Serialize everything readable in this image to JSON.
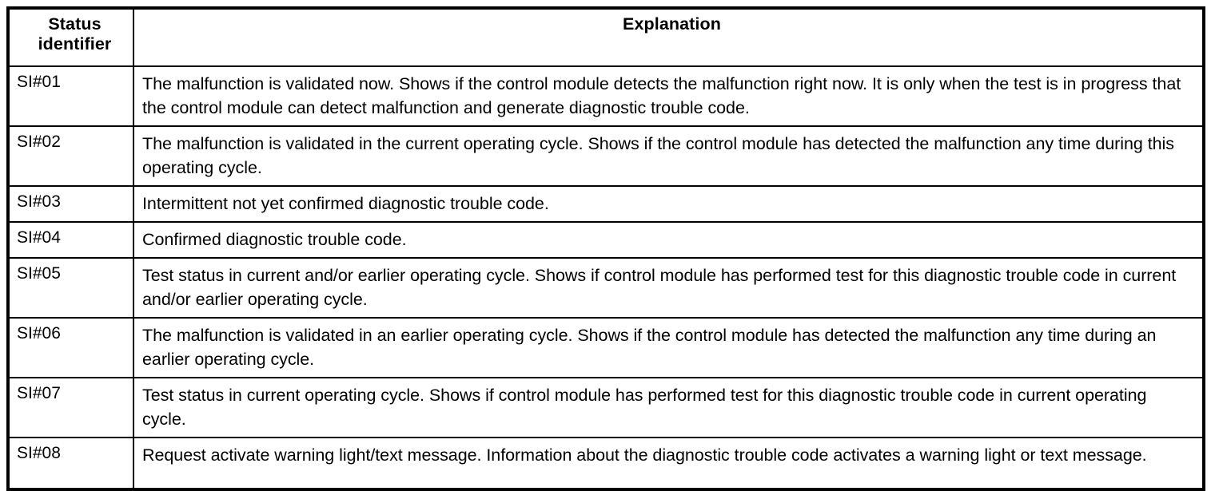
{
  "table": {
    "columns": [
      {
        "key": "identifier",
        "label": "Status\nidentifier"
      },
      {
        "key": "explanation",
        "label": "Explanation"
      }
    ],
    "rows": [
      {
        "identifier": "SI#01",
        "explanation": "The malfunction is validated now. Shows if the control module detects the malfunction right now. It is only when the test is in progress that the control module can detect malfunction and generate diagnostic trouble code."
      },
      {
        "identifier": "SI#02",
        "explanation": "The malfunction is validated in the current operating cycle. Shows if the control module has detected the malfunction any time during this operating cycle."
      },
      {
        "identifier": "SI#03",
        "explanation": "Intermittent not yet confirmed diagnostic trouble code."
      },
      {
        "identifier": "SI#04",
        "explanation": "Confirmed diagnostic trouble code."
      },
      {
        "identifier": "SI#05",
        "explanation": "Test status in current and/or earlier operating cycle. Shows if control module has performed test for this diagnostic trouble code in current and/or earlier operating cycle."
      },
      {
        "identifier": "SI#06",
        "explanation": "The malfunction is validated in an earlier operating cycle. Shows if the control module has detected the malfunction any time during an earlier operating cycle."
      },
      {
        "identifier": "SI#07",
        "explanation": "Test status in current operating cycle. Shows if control module has performed test for this diagnostic trouble code in current operating cycle."
      },
      {
        "identifier": "SI#08",
        "explanation": "Request activate warning light/text message. Information about the diagnostic trouble code activates a warning light or text message."
      }
    ]
  },
  "colors": {
    "border": "#000000",
    "text": "#000000",
    "background": "#ffffff"
  }
}
